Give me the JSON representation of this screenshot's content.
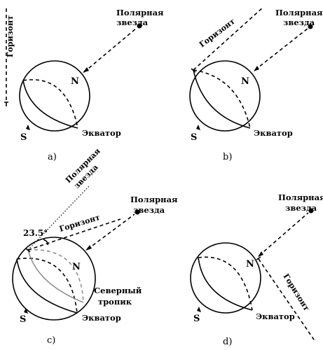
{
  "labels": {
    "polaris": "Полярная звезда",
    "polaris_line1": "Полярная",
    "polaris_line2": "звезда",
    "horizon": "Горизонт",
    "north": "N",
    "south": "S",
    "equator": "Экватор",
    "northern_tropic_line1": "Северный",
    "northern_tropic_line2": "тропик",
    "angle": "23.5°"
  },
  "panels": [
    {
      "id": "a",
      "caption": "a)"
    },
    {
      "id": "b",
      "caption": "b)"
    },
    {
      "id": "c",
      "caption": "c)"
    },
    {
      "id": "d",
      "caption": "d)"
    }
  ]
}
